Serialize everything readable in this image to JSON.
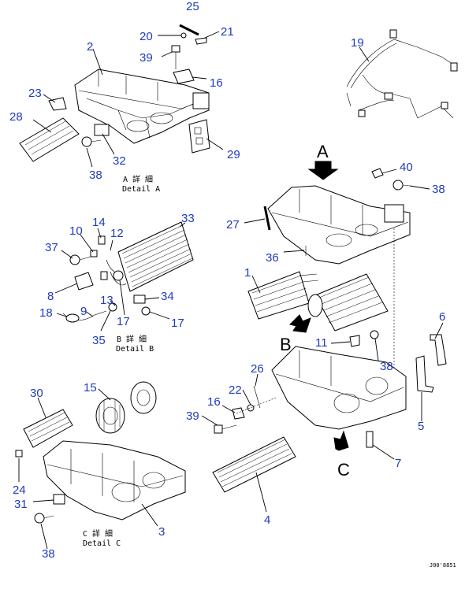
{
  "labels": {
    "n1": "1",
    "n2": "2",
    "n3": "3",
    "n4": "4",
    "n5": "5",
    "n6": "6",
    "n7": "7",
    "n8": "8",
    "n9": "9",
    "n10": "10",
    "n11": "11",
    "n12": "12",
    "n13": "13",
    "n14": "14",
    "n15": "15",
    "n16a": "16",
    "n16b": "16",
    "n17a": "17",
    "n17b": "17",
    "n18": "18",
    "n19": "19",
    "n20": "20",
    "n21": "21",
    "n22": "22",
    "n23": "23",
    "n24": "24",
    "n25": "25",
    "n26": "26",
    "n27": "27",
    "n28": "28",
    "n29": "29",
    "n30": "30",
    "n31": "31",
    "n32": "32",
    "n33": "33",
    "n34": "34",
    "n35": "35",
    "n36": "36",
    "n37": "37",
    "n38a": "38",
    "n38b": "38",
    "n38c": "38",
    "n38d": "38",
    "n39a": "39",
    "n39b": "39",
    "n40": "40"
  },
  "views": {
    "A": "A",
    "B": "B",
    "C": "C"
  },
  "details": {
    "a_jp": "A 詳 細",
    "a_en": "Detail A",
    "b_jp": "B 詳 細",
    "b_en": "Detail B",
    "c_jp": "C 詳 細",
    "c_en": "Detail C"
  },
  "drawing_code": "J00'8851"
}
